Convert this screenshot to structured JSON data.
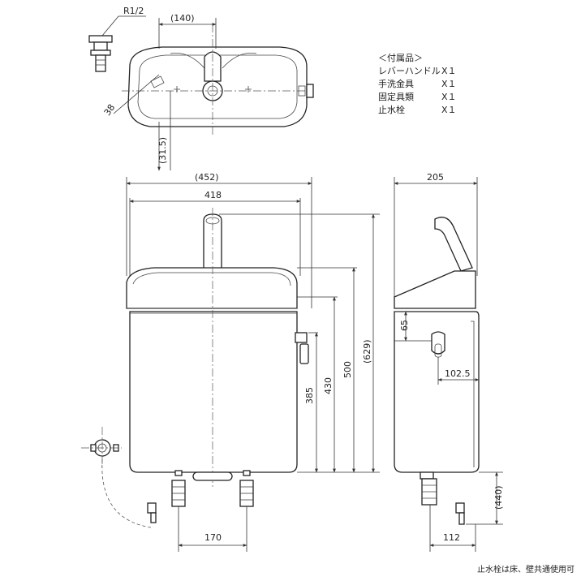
{
  "dimensions": {
    "thread": "R1/2",
    "top_width": "(140)",
    "angle_width": "38",
    "top_depth": "(31.5)",
    "overall_width": "(452)",
    "body_width": "418",
    "depth": "205",
    "lever_offset": "65",
    "lever_depth": "102.5",
    "height_385": "385",
    "height_430": "430",
    "height_500": "500",
    "height_629": "(629)",
    "pipe_spacing": "170",
    "pipe_depth": "112",
    "valve_height": "(440)"
  },
  "accessories": {
    "title": "＜付属品＞",
    "items": [
      {
        "name": "レバーハンドル",
        "qty": "X１"
      },
      {
        "name": "手洗金具",
        "qty": "X１"
      },
      {
        "name": "固定具類",
        "qty": "X１"
      },
      {
        "name": "止水栓",
        "qty": "X１"
      }
    ]
  },
  "footnote": "止水栓は床、壁共通使用可"
}
